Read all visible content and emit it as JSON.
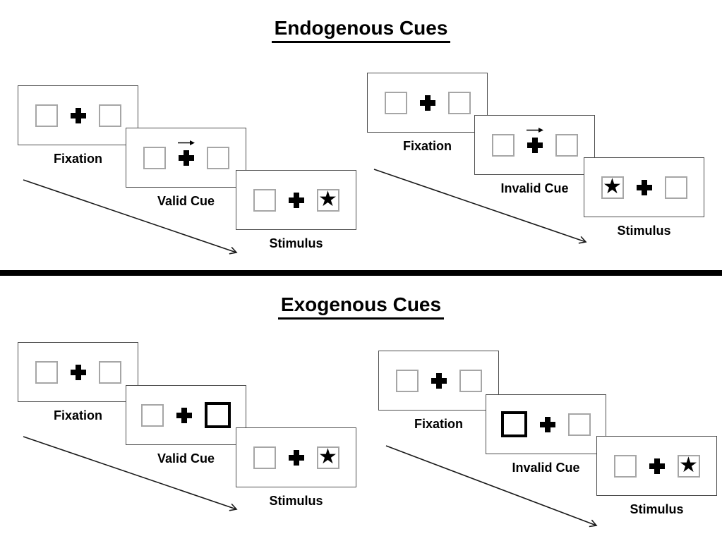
{
  "diagram": {
    "sections": [
      {
        "title": "Endogenous Cues",
        "groups": [
          {
            "name": "endogenous-valid-sequence",
            "panels": [
              {
                "label": "Fixation",
                "left": "empty",
                "right": "empty",
                "cue_arrow": false
              },
              {
                "label": "Valid Cue",
                "left": "empty",
                "right": "empty",
                "cue_arrow": true
              },
              {
                "label": "Stimulus",
                "left": "empty",
                "right": "star",
                "cue_arrow": false
              }
            ]
          },
          {
            "name": "endogenous-invalid-sequence",
            "panels": [
              {
                "label": "Fixation",
                "left": "empty",
                "right": "empty",
                "cue_arrow": false
              },
              {
                "label": "Invalid Cue",
                "left": "empty",
                "right": "empty",
                "cue_arrow": true
              },
              {
                "label": "Stimulus",
                "left": "star",
                "right": "empty",
                "cue_arrow": false
              }
            ]
          }
        ]
      },
      {
        "title": "Exogenous Cues",
        "groups": [
          {
            "name": "exogenous-valid-sequence",
            "panels": [
              {
                "label": "Fixation",
                "left": "empty",
                "right": "empty",
                "cue_arrow": false
              },
              {
                "label": "Valid Cue",
                "left": "empty",
                "right": "cue_box",
                "cue_arrow": false
              },
              {
                "label": "Stimulus",
                "left": "empty",
                "right": "star",
                "cue_arrow": false
              }
            ]
          },
          {
            "name": "exogenous-invalid-sequence",
            "panels": [
              {
                "label": "Fixation",
                "left": "empty",
                "right": "empty",
                "cue_arrow": false
              },
              {
                "label": "Invalid Cue",
                "left": "cue_box",
                "right": "empty",
                "cue_arrow": false
              },
              {
                "label": "Stimulus",
                "left": "empty",
                "right": "star",
                "cue_arrow": false
              }
            ]
          }
        ]
      }
    ],
    "icons": {
      "star": "★"
    },
    "colors": {
      "ink": "#000000",
      "panel_border": "#4d4d4d",
      "square_border": "#a6a6a6",
      "divider": "#000000"
    }
  }
}
